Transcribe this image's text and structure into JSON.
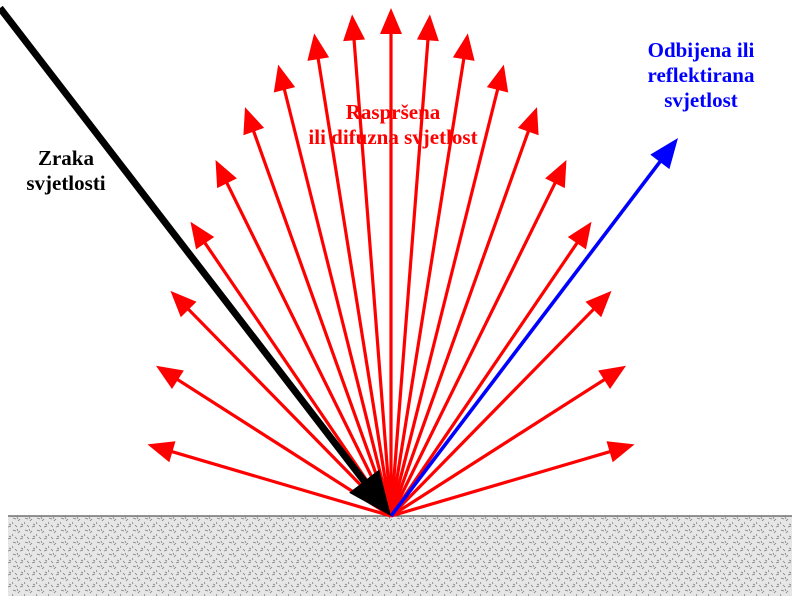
{
  "labels": {
    "incident": {
      "line1": "Zraka",
      "line2": "svjetlosti"
    },
    "scattered": {
      "line1": "Raspršena",
      "line2": "ili difuzna svjetlost"
    },
    "reflected": {
      "line1": "Odbijena ili",
      "line2": "reflektirana",
      "line3": "svjetlost"
    }
  },
  "colors": {
    "incident": "#000000",
    "scattered": "#ff0000",
    "reflected": "#0000ff",
    "surface": "#d8d8d8",
    "surface_grain": "#8a8a8a"
  },
  "icons": {
    "incident_ray": "arrow-icon",
    "scattered_rays": "arrow-icon",
    "reflected_ray": "arrow-icon",
    "surface": "rough-surface"
  },
  "scattered_ray_count": 19
}
